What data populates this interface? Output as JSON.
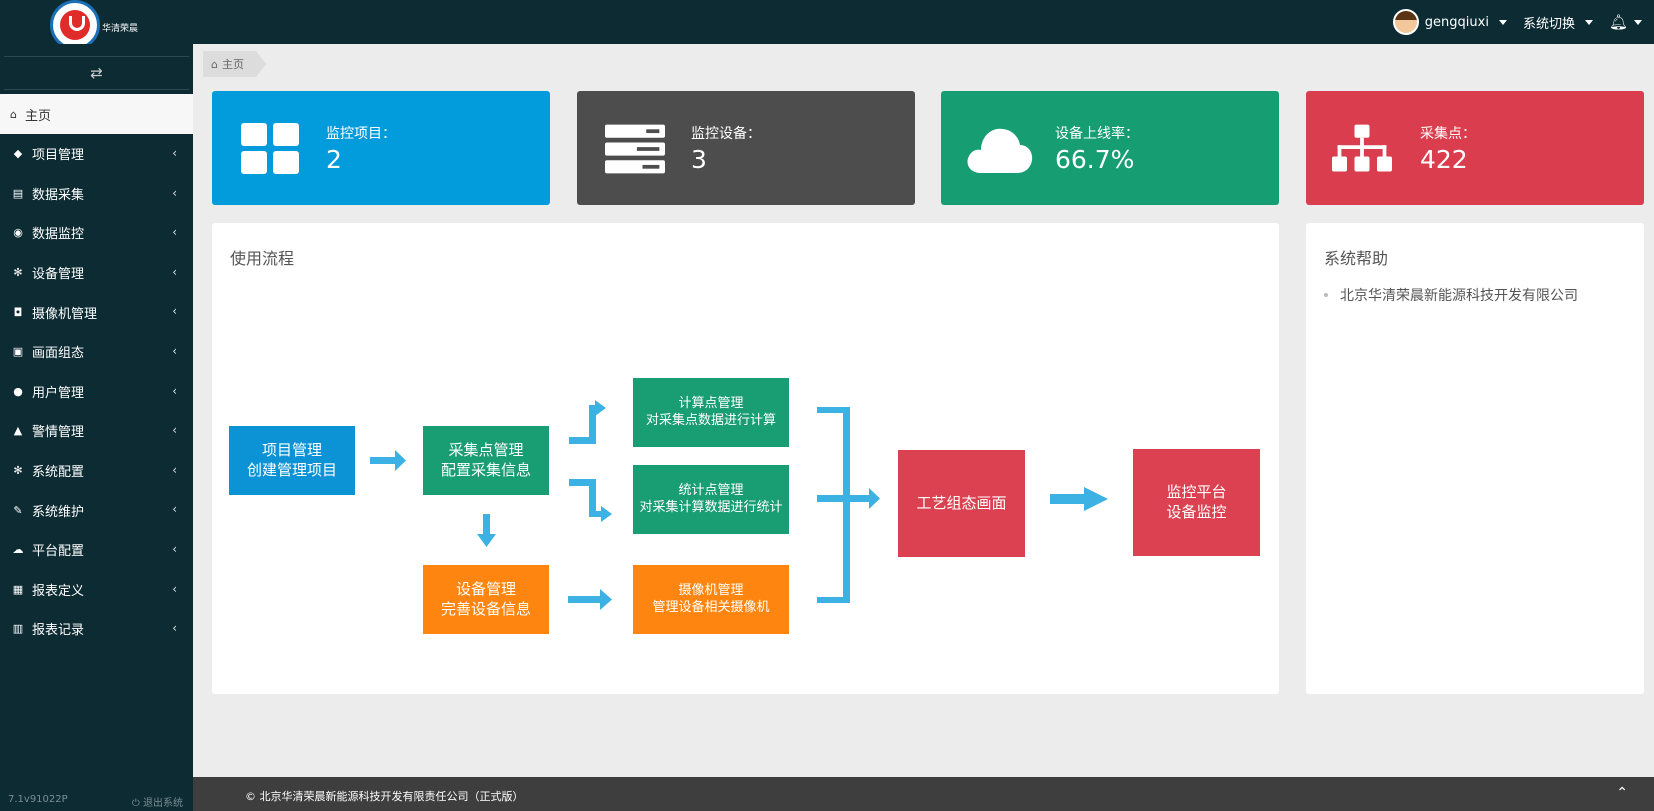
{
  "brand": {
    "name": "华清荣晨"
  },
  "topbar": {
    "username": "gengqiuxi",
    "system_switch": "系统切换"
  },
  "sidebar": {
    "toggle_glyph": "⇄",
    "home_label": "主页",
    "items": [
      {
        "label": "项目管理",
        "icon": "cubes-icon",
        "glyph": "◆"
      },
      {
        "label": "数据采集",
        "icon": "database-icon",
        "glyph": "▤"
      },
      {
        "label": "数据监控",
        "icon": "eye-icon",
        "glyph": "◉"
      },
      {
        "label": "设备管理",
        "icon": "gears-icon",
        "glyph": "✻"
      },
      {
        "label": "摄像机管理",
        "icon": "camera-icon",
        "glyph": "◘"
      },
      {
        "label": "画面组态",
        "icon": "picture-icon",
        "glyph": "▣"
      },
      {
        "label": "用户管理",
        "icon": "users-icon",
        "glyph": "●"
      },
      {
        "label": "警情管理",
        "icon": "bell-icon",
        "glyph": "▲"
      },
      {
        "label": "系统配置",
        "icon": "gears-icon",
        "glyph": "✻"
      },
      {
        "label": "系统维护",
        "icon": "wrench-icon",
        "glyph": "✎"
      },
      {
        "label": "平台配置",
        "icon": "cloud-icon",
        "glyph": "☁"
      },
      {
        "label": "报表定义",
        "icon": "table-icon",
        "glyph": "▦"
      },
      {
        "label": "报表记录",
        "icon": "book-icon",
        "glyph": "▥"
      }
    ],
    "version": "7.1v91022P",
    "logout": "退出系统"
  },
  "breadcrumb": {
    "home": "主页"
  },
  "stats": [
    {
      "label": "监控项目：",
      "value": "2",
      "color": "#029cdd",
      "icon": "grid-icon"
    },
    {
      "label": "监控设备：",
      "value": "3",
      "color": "#4d4d4d",
      "icon": "server-icon"
    },
    {
      "label": "设备上线率：",
      "value": "66.7%",
      "color": "#169e72",
      "icon": "cloud-icon"
    },
    {
      "label": "采集点：",
      "value": "422",
      "color": "#da3e4e",
      "icon": "sitemap-icon"
    }
  ],
  "flow": {
    "title": "使用流程",
    "boxes": {
      "project": [
        "项目管理",
        "创建管理项目"
      ],
      "collect": [
        "采集点管理",
        "配置采集信息"
      ],
      "device": [
        "设备管理",
        "完善设备信息"
      ],
      "calc": [
        "计算点管理",
        "对采集点数据进行计算"
      ],
      "stat": [
        "统计点管理",
        "对采集计算数据进行统计"
      ],
      "camera": [
        "摄像机管理",
        "管理设备相关摄像机"
      ],
      "scada": [
        "工艺组态画面"
      ],
      "monitor": [
        "监控平台",
        "设备监控"
      ]
    },
    "arrow_color": "#3cb1e3"
  },
  "help": {
    "title": "系统帮助",
    "items": [
      "北京华清荣晨新能源科技开发有限公司"
    ]
  },
  "footer": {
    "copyright": "© 北京华清荣晨新能源科技开发有限责任公司（正式版）",
    "up_glyph": "⌃"
  }
}
